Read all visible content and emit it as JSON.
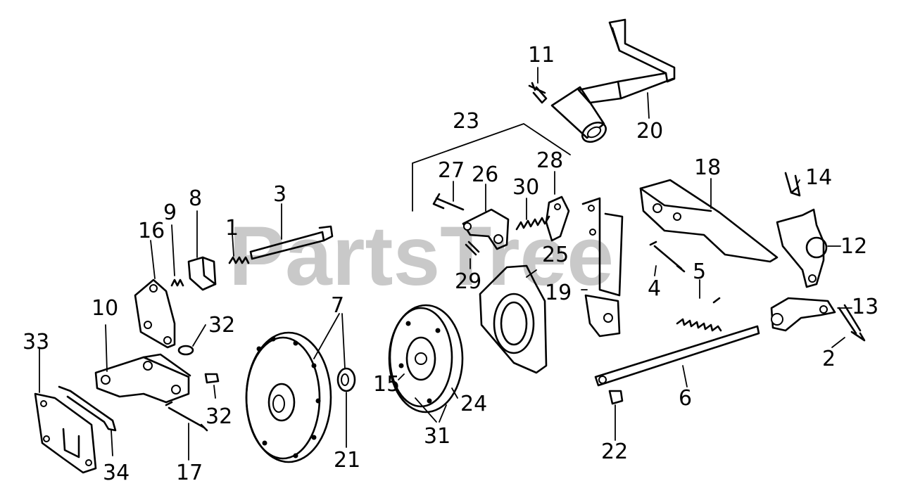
{
  "watermark": "PartsTree",
  "labels": [
    "11",
    "20",
    "23",
    "27",
    "26",
    "30",
    "28",
    "18",
    "14",
    "12",
    "9",
    "8",
    "3",
    "16",
    "1",
    "25",
    "29",
    "4",
    "5",
    "13",
    "19",
    "10",
    "32",
    "7",
    "32",
    "33",
    "15",
    "24",
    "6",
    "2",
    "34",
    "17",
    "21",
    "31",
    "22"
  ]
}
